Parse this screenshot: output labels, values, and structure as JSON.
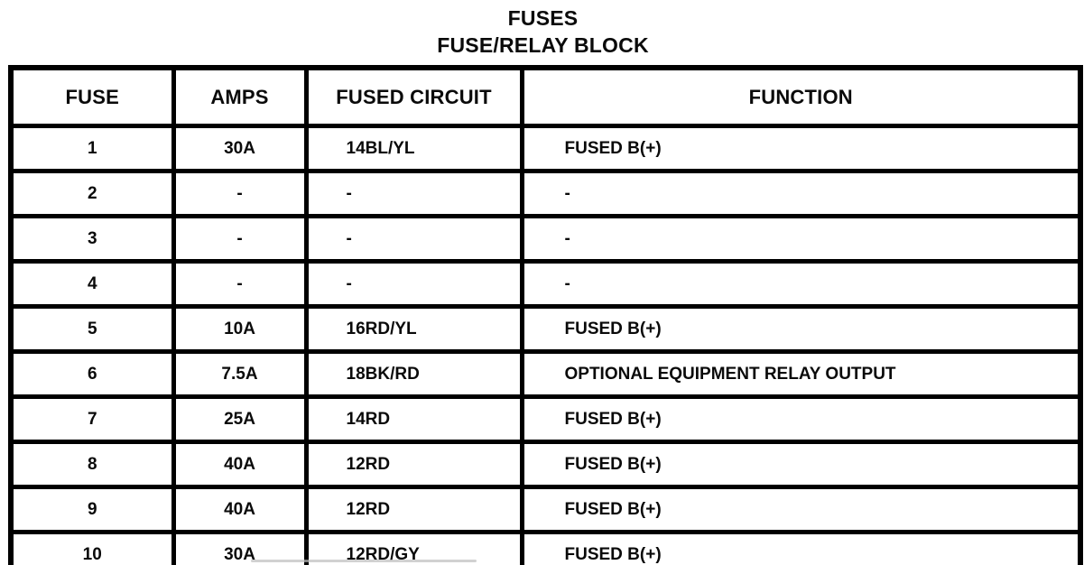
{
  "title": {
    "line1": "FUSES",
    "line2": "FUSE/RELAY BLOCK"
  },
  "table": {
    "columns": [
      "FUSE",
      "AMPS",
      "FUSED CIRCUIT",
      "FUNCTION"
    ],
    "rows": [
      {
        "fuse": "1",
        "amps": "30A",
        "circuit": "14BL/YL",
        "function": "FUSED B(+)"
      },
      {
        "fuse": "2",
        "amps": "-",
        "circuit": "-",
        "function": "-"
      },
      {
        "fuse": "3",
        "amps": "-",
        "circuit": "-",
        "function": "-"
      },
      {
        "fuse": "4",
        "amps": "-",
        "circuit": "-",
        "function": "-"
      },
      {
        "fuse": "5",
        "amps": "10A",
        "circuit": "16RD/YL",
        "function": "FUSED B(+)"
      },
      {
        "fuse": "6",
        "amps": "7.5A",
        "circuit": "18BK/RD",
        "function": "OPTIONAL EQUIPMENT RELAY OUTPUT"
      },
      {
        "fuse": "7",
        "amps": "25A",
        "circuit": "14RD",
        "function": "FUSED B(+)"
      },
      {
        "fuse": "8",
        "amps": "40A",
        "circuit": "12RD",
        "function": "FUSED B(+)"
      },
      {
        "fuse": "9",
        "amps": "40A",
        "circuit": "12RD",
        "function": "FUSED B(+)"
      },
      {
        "fuse": "10",
        "amps": "30A",
        "circuit": "12RD/GY",
        "function": "FUSED B(+)"
      }
    ]
  },
  "colors": {
    "ink": "#000000",
    "paper": "#ffffff"
  }
}
